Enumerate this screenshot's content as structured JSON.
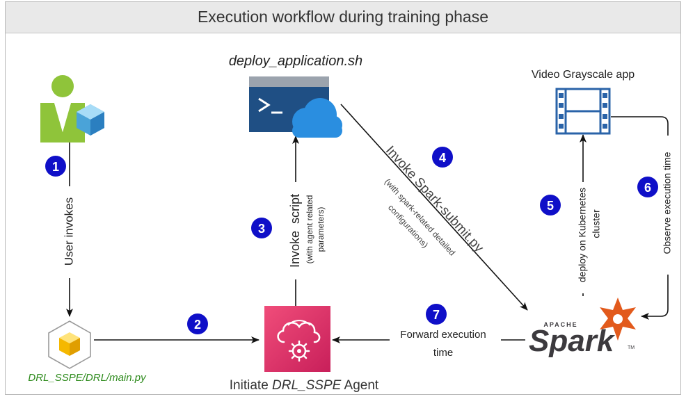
{
  "title": "Execution workflow during training phase",
  "nodes": {
    "user": {
      "icon": "user-icon"
    },
    "main_py": {
      "label": "DRL_SSPE/DRL/main.py",
      "icon": "python-module-icon",
      "color": "#2e8b1d"
    },
    "script": {
      "label": "deploy_application.sh",
      "icon": "terminal-cloud-icon"
    },
    "agent": {
      "label_prefix": "Initiate ",
      "label_italic": "DRL_SSPE",
      "label_suffix": " Agent",
      "icon": "agent-cloud-gear-icon",
      "color": "#d6245e"
    },
    "app": {
      "label": "Video Grayscale app",
      "icon": "film-strip-icon"
    },
    "spark": {
      "brand_small": "APACHE",
      "brand": "Spark",
      "tm": "TM",
      "icon": "apache-spark-logo",
      "star_color": "#e25a1c"
    }
  },
  "steps": [
    {
      "num": "1",
      "label": "User invokes"
    },
    {
      "num": "2",
      "label": ""
    },
    {
      "num": "3",
      "label": "Invoke  script",
      "sub1": "(with agent related",
      "sub2": "parameters)"
    },
    {
      "num": "4",
      "label": "Invoke Spark-submit.py",
      "sub1": "(with spark-related detailed",
      "sub2": "configurations)"
    },
    {
      "num": "5",
      "label": "deploy on Kubernetes",
      "sub1": "cluster"
    },
    {
      "num": "6",
      "label": "Observe execution time"
    },
    {
      "num": "7",
      "label": "Forward execution",
      "sub1": "time"
    }
  ],
  "colors": {
    "badge": "#0f0fc8",
    "arrow": "#111111"
  }
}
